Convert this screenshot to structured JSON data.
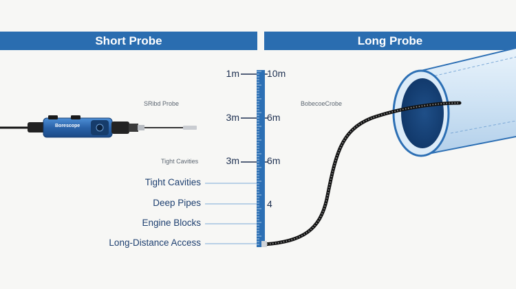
{
  "banners": {
    "left": "Short Probe",
    "right": "Long Probe"
  },
  "captions": {
    "short_probe": "SRibd Probe",
    "long_probe": "BobecoeCrobe",
    "tight_small": "Tight Cavities"
  },
  "device": {
    "label": "Borescope"
  },
  "scale": {
    "left_ticks": [
      "1m",
      "3m",
      "3m"
    ],
    "right_ticks": [
      "10m",
      "6m",
      "6m",
      "4"
    ]
  },
  "applications": [
    "Tight Cavities",
    "Deep Pipes",
    "Engine Blocks",
    "Long-Distance Access"
  ],
  "colors": {
    "banner": "#2a6db0",
    "ruler": "#2c6fb4",
    "text": "#1d3f70"
  }
}
